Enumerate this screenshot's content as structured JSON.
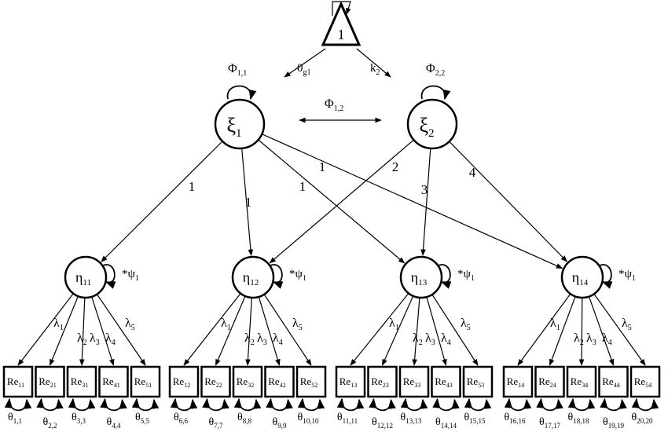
{
  "constant": {
    "label": "1"
  },
  "mean_paths": [
    {
      "from": "constant",
      "to": "xi1",
      "label": "0",
      "sub": "g1"
    },
    {
      "from": "constant",
      "to": "xi2",
      "label": "k",
      "sub": "2"
    }
  ],
  "factors": [
    {
      "id": "xi1",
      "symbol": "ξ",
      "sub": "1",
      "variance": {
        "symbol": "Φ",
        "sub": "1,1"
      }
    },
    {
      "id": "xi2",
      "symbol": "ξ",
      "sub": "2",
      "variance": {
        "symbol": "Φ",
        "sub": "2,2"
      }
    }
  ],
  "covariance": {
    "symbol": "Φ",
    "sub": "1,2"
  },
  "latents": [
    {
      "id": "eta11",
      "symbol": "η",
      "sub": "11",
      "residual": "*ψ",
      "residual_sub": "1"
    },
    {
      "id": "eta12",
      "symbol": "η",
      "sub": "12",
      "residual": "*ψ",
      "residual_sub": "1"
    },
    {
      "id": "eta13",
      "symbol": "η",
      "sub": "13",
      "residual": "*ψ",
      "residual_sub": "1"
    },
    {
      "id": "eta14",
      "symbol": "η",
      "sub": "14",
      "residual": "*ψ",
      "residual_sub": "1"
    }
  ],
  "structural_paths": [
    {
      "from": "xi1",
      "to": "eta11",
      "label": "1"
    },
    {
      "from": "xi1",
      "to": "eta12",
      "label": "1"
    },
    {
      "from": "xi1",
      "to": "eta13",
      "label": "1"
    },
    {
      "from": "xi1",
      "to": "eta14",
      "label": "1"
    },
    {
      "from": "xi2",
      "to": "eta12",
      "label": "2"
    },
    {
      "from": "xi2",
      "to": "eta13",
      "label": "3"
    },
    {
      "from": "xi2",
      "to": "eta14",
      "label": "4"
    }
  ],
  "loadings": [
    {
      "symbol": "λ",
      "sub": "1"
    },
    {
      "symbol": "λ",
      "sub": "2"
    },
    {
      "symbol": "λ",
      "sub": "3"
    },
    {
      "symbol": "λ",
      "sub": "4"
    },
    {
      "symbol": "λ",
      "sub": "5"
    }
  ],
  "observed": [
    [
      {
        "text": "Re",
        "sub": "11"
      },
      {
        "text": "Re",
        "sub": "21"
      },
      {
        "text": "Re",
        "sub": "31"
      },
      {
        "text": "Re",
        "sub": "41"
      },
      {
        "text": "Re",
        "sub": "51"
      }
    ],
    [
      {
        "text": "Re",
        "sub": "12"
      },
      {
        "text": "Re",
        "sub": "22"
      },
      {
        "text": "Re",
        "sub": "32"
      },
      {
        "text": "Re",
        "sub": "42"
      },
      {
        "text": "Re",
        "sub": "52"
      }
    ],
    [
      {
        "text": "Re",
        "sub": "13"
      },
      {
        "text": "Re",
        "sub": "23"
      },
      {
        "text": "Re",
        "sub": "33"
      },
      {
        "text": "Re",
        "sub": "43"
      },
      {
        "text": "Re",
        "sub": "53"
      }
    ],
    [
      {
        "text": "Re",
        "sub": "14"
      },
      {
        "text": "Re",
        "sub": "24"
      },
      {
        "text": "Re",
        "sub": "34"
      },
      {
        "text": "Re",
        "sub": "44"
      },
      {
        "text": "Re",
        "sub": "54"
      }
    ]
  ],
  "errors": [
    [
      {
        "symbol": "θ",
        "sub": "1,1"
      },
      {
        "symbol": "θ",
        "sub": "2,2"
      },
      {
        "symbol": "θ",
        "sub": "3,3"
      },
      {
        "symbol": "θ",
        "sub": "4,4"
      },
      {
        "symbol": "θ",
        "sub": "5,5"
      }
    ],
    [
      {
        "symbol": "θ",
        "sub": "6,6"
      },
      {
        "symbol": "θ",
        "sub": "7,7"
      },
      {
        "symbol": "θ",
        "sub": "8,8"
      },
      {
        "symbol": "θ",
        "sub": "9,9"
      },
      {
        "symbol": "θ",
        "sub": "10,10"
      }
    ],
    [
      {
        "symbol": "θ",
        "sub": "11,11"
      },
      {
        "symbol": "θ",
        "sub": "12,12"
      },
      {
        "symbol": "θ",
        "sub": "13,13"
      },
      {
        "symbol": "θ",
        "sub": "14,14"
      },
      {
        "symbol": "θ",
        "sub": "15,15"
      }
    ],
    [
      {
        "symbol": "θ",
        "sub": "16,16"
      },
      {
        "symbol": "θ",
        "sub": "17,17"
      },
      {
        "symbol": "θ",
        "sub": "18,18"
      },
      {
        "symbol": "θ",
        "sub": "19,19"
      },
      {
        "symbol": "θ",
        "sub": "20,20"
      }
    ]
  ]
}
